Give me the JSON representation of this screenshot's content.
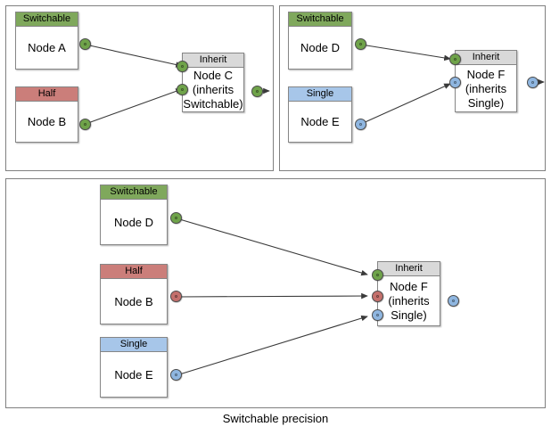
{
  "diagram": {
    "caption": "Switchable precision",
    "colors": {
      "switchable": "#7fa85c",
      "half": "#cb7e7a",
      "single": "#a7c6e9",
      "inherit": "#d9d9d9",
      "port_green": "#6fa34a",
      "port_red": "#c4706c",
      "port_blue": "#8fb6e0",
      "edge": "#3a3a3a",
      "panel_border": "#808080",
      "node_border": "#868686"
    },
    "panels": [
      {
        "id": "top-left",
        "nodes": [
          {
            "id": "a",
            "header": "Switchable",
            "label": "Node A"
          },
          {
            "id": "b",
            "header": "Half",
            "label": "Node B"
          },
          {
            "id": "c",
            "header": "Inherit",
            "label_lines": [
              "Node C",
              "(inherits",
              "Switchable)"
            ]
          }
        ]
      },
      {
        "id": "top-right",
        "nodes": [
          {
            "id": "d",
            "header": "Switchable",
            "label": "Node D"
          },
          {
            "id": "e",
            "header": "Single",
            "label": "Node E"
          },
          {
            "id": "f",
            "header": "Inherit",
            "label_lines": [
              "Node F",
              "(inherits",
              "Single)"
            ]
          }
        ]
      },
      {
        "id": "bottom",
        "nodes": [
          {
            "id": "d2",
            "header": "Switchable",
            "label": "Node D"
          },
          {
            "id": "b2",
            "header": "Half",
            "label": "Node B"
          },
          {
            "id": "e2",
            "header": "Single",
            "label": "Node E"
          },
          {
            "id": "f2",
            "header": "Inherit",
            "label_lines": [
              "Node F",
              "(inherits",
              "Single)"
            ]
          }
        ]
      }
    ],
    "labels": {
      "tl_a_header": "Switchable",
      "tl_a_label": "Node A",
      "tl_b_header": "Half",
      "tl_b_label": "Node B",
      "tl_c_header": "Inherit",
      "tl_c_line1": "Node C",
      "tl_c_line2": "(inherits",
      "tl_c_line3": "Switchable)",
      "tr_d_header": "Switchable",
      "tr_d_label": "Node D",
      "tr_e_header": "Single",
      "tr_e_label": "Node E",
      "tr_f_header": "Inherit",
      "tr_f_line1": "Node F",
      "tr_f_line2": "(inherits",
      "tr_f_line3": "Single)",
      "bt_d_header": "Switchable",
      "bt_d_label": "Node D",
      "bt_b_header": "Half",
      "bt_b_label": "Node B",
      "bt_e_header": "Single",
      "bt_e_label": "Node E",
      "bt_f_header": "Inherit",
      "bt_f_line1": "Node F",
      "bt_f_line2": "(inherits",
      "bt_f_line3": "Single)"
    }
  }
}
